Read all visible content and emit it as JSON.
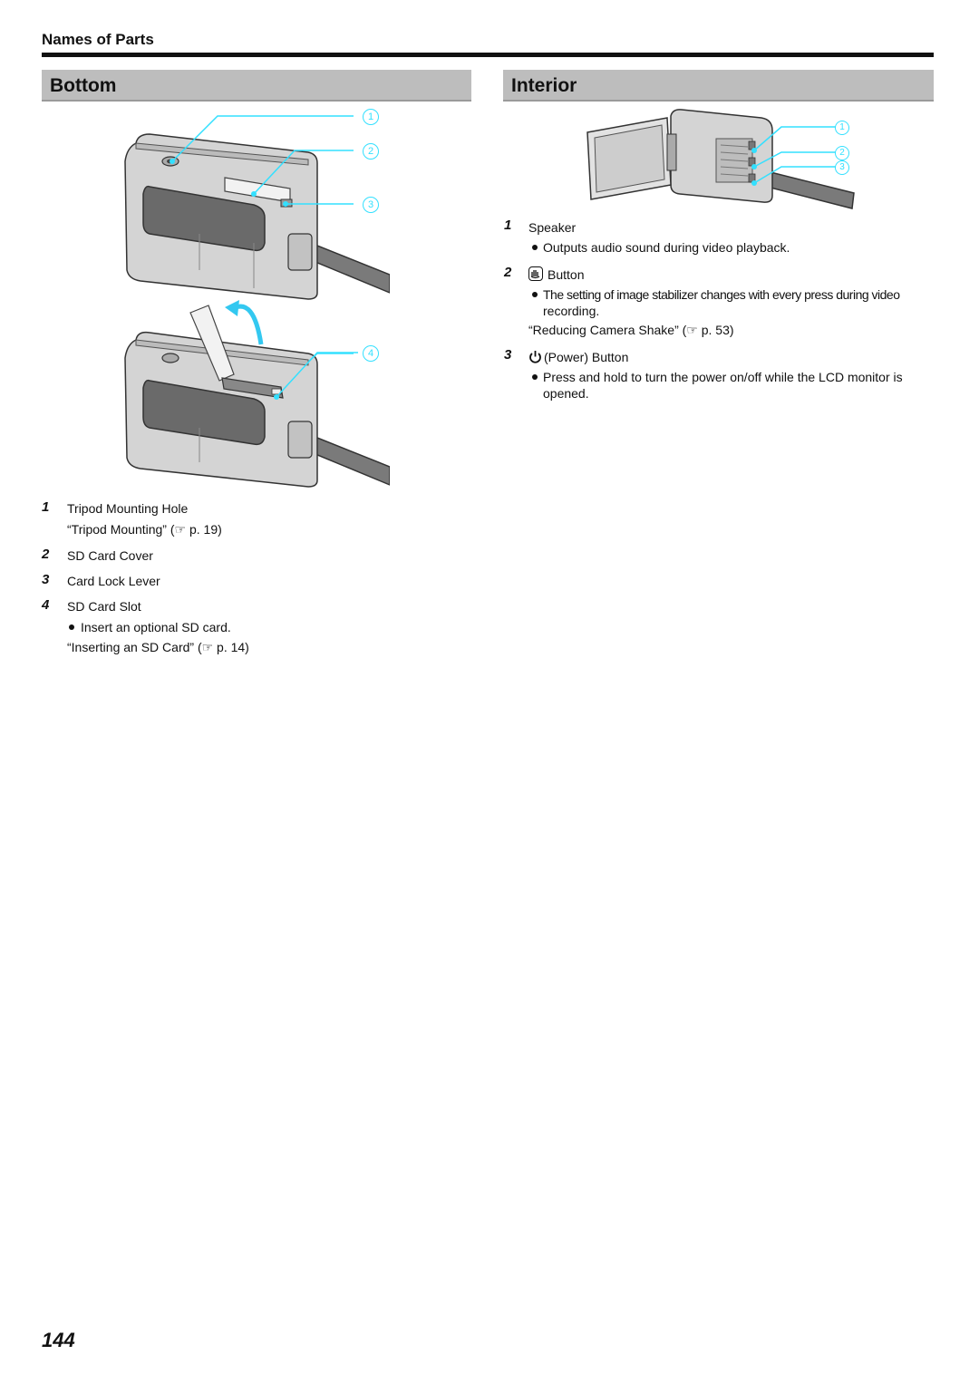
{
  "header": {
    "section": "Names of Parts"
  },
  "bottom": {
    "title": "Bottom",
    "callouts": [
      "1",
      "2",
      "3",
      "4"
    ],
    "items": [
      {
        "num": "1",
        "label": "Tripod Mounting Hole",
        "ref": "“Tripod Mounting” (☞ p. 19)"
      },
      {
        "num": "2",
        "label": "SD Card Cover"
      },
      {
        "num": "3",
        "label": "Card Lock Lever"
      },
      {
        "num": "4",
        "label": "SD Card Slot",
        "bullet": "Insert an optional SD card.",
        "ref": "“Inserting an SD Card” (☞ p. 14)"
      }
    ]
  },
  "interior": {
    "title": "Interior",
    "callouts": [
      "1",
      "2",
      "3"
    ],
    "items": [
      {
        "num": "1",
        "label": "Speaker",
        "bullet": "Outputs audio sound during video playback."
      },
      {
        "num": "2",
        "icon": "image-stabilizer-icon",
        "label": "Button",
        "bullet_line1": "The setting of image stabilizer changes with every press during video",
        "bullet_line2": "recording.",
        "ref": "“Reducing Camera Shake” (☞ p. 53)"
      },
      {
        "num": "3",
        "icon": "power-icon",
        "label": "(Power) Button",
        "bullet_line1": "Press and hold to turn the power on/off while the LCD monitor is",
        "bullet_line2": "opened."
      }
    ]
  },
  "page_number": "144",
  "colors": {
    "callout": "#33e0ff",
    "header_bg": "#bdbdbd",
    "rule": "#111111"
  }
}
